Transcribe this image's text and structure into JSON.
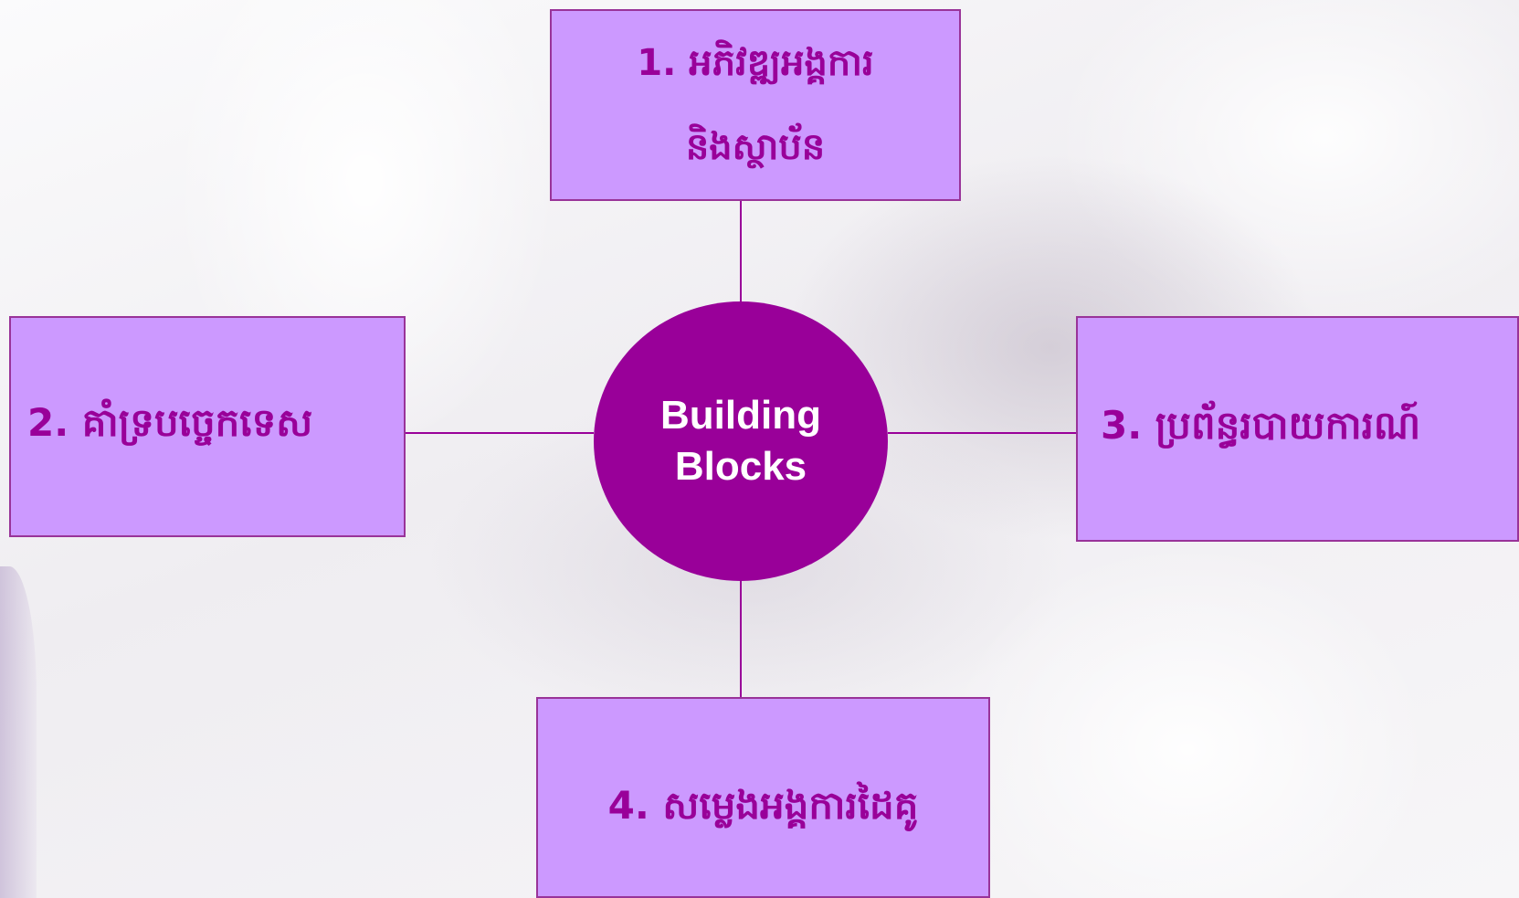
{
  "diagram": {
    "center": {
      "label": "Building\nBlocks"
    },
    "nodes": [
      {
        "label": "1. អភិវឌ្ឍអង្គការ\nនិងស្ថាប័ន"
      },
      {
        "label": "2.  គាំទ្របច្ចេកទេស"
      },
      {
        "label": "3. ប្រព័ន្ធរបាយការណ៍"
      },
      {
        "label": "4.  សម្លេងអង្គការដៃគូ"
      }
    ],
    "colors": {
      "node_fill": "#cc99ff",
      "node_border": "#993399",
      "node_text": "#990099",
      "center_fill": "#990099",
      "center_text": "#ffffff",
      "connector": "#990099"
    }
  }
}
